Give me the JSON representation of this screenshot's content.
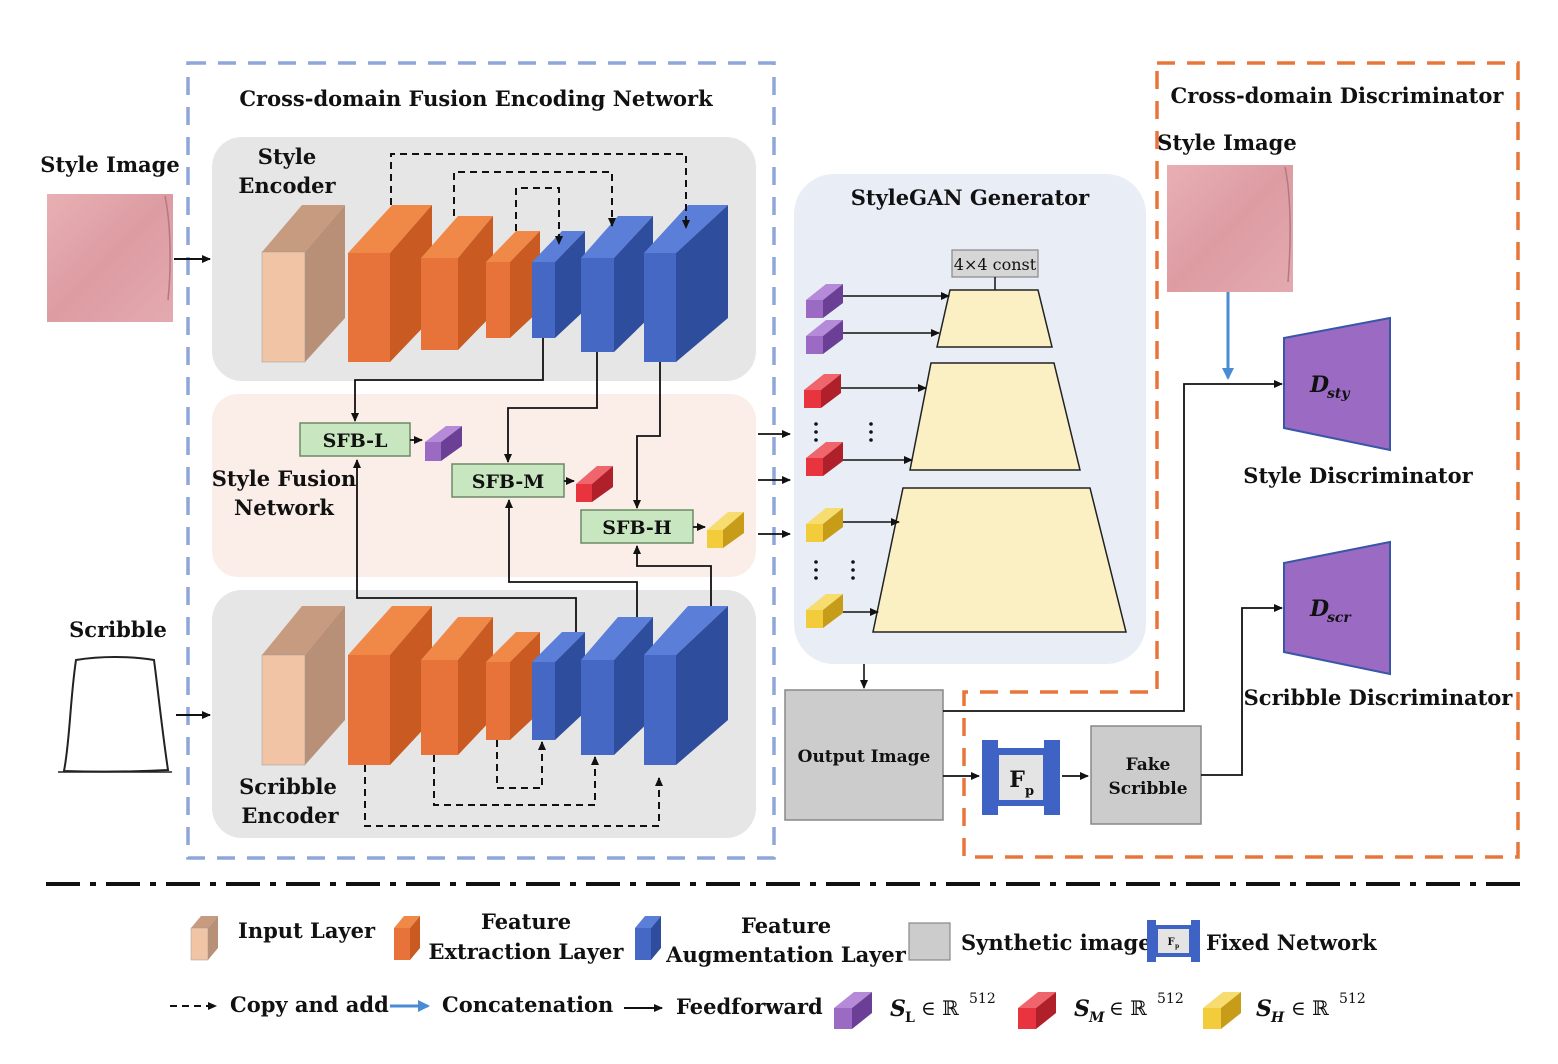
{
  "diagram": {
    "encoding_network_title": "Cross-domain Fusion Encoding Network",
    "discriminator_title": "Cross-domain Discriminator",
    "style_image_label": "Style Image",
    "style_image_label_right": "Style Image",
    "scribble_label": "Scribble",
    "style_encoder": [
      "Style",
      "Encoder"
    ],
    "scribble_encoder": [
      "Scribble",
      "Encoder"
    ],
    "style_fusion": [
      "Style Fusion",
      "Network"
    ],
    "sfb_l": "SFB-L",
    "sfb_m": "SFB-M",
    "sfb_h": "SFB-H",
    "generator_title": "StyleGAN Generator",
    "const_label": "4×4 const",
    "output_image": "Output Image",
    "fp": "F",
    "fp_sub": "p",
    "fake_scribble": [
      "Fake",
      "Scribble"
    ],
    "d_sty": "D",
    "d_sty_sub": "sty",
    "d_scr": "D",
    "d_scr_sub": "scr",
    "style_disc_label": "Style Discriminator",
    "scribble_disc_label": "Scribble Discriminator"
  },
  "legend": {
    "input_layer": "Input Layer",
    "feature_extraction": [
      "Feature",
      "Extraction Layer"
    ],
    "feature_augmentation": [
      "Feature",
      "Augmentation Layer"
    ],
    "synthetic": "Synthetic images",
    "fixed_network": "Fixed Network",
    "copy_add": "Copy and add",
    "concatenation": "Concatenation",
    "feedforward": "Feedforward",
    "s_l": "S",
    "s_l_sub": "L",
    "s_m": "S",
    "s_m_sub": "M",
    "s_h": "S",
    "s_h_sub": "H",
    "in_r": "∈ ℝ",
    "dim": "512"
  },
  "colors": {
    "orange": "#e8733a",
    "blue": "#4468c4",
    "input": "#d9a98c",
    "purple": "#9b6bc4",
    "red": "#e8343e",
    "yellow": "#f2cc3a",
    "green_box": "#c8e6c0",
    "dashed_blue": "#8fa6d8",
    "dashed_orange": "#e8763a"
  }
}
